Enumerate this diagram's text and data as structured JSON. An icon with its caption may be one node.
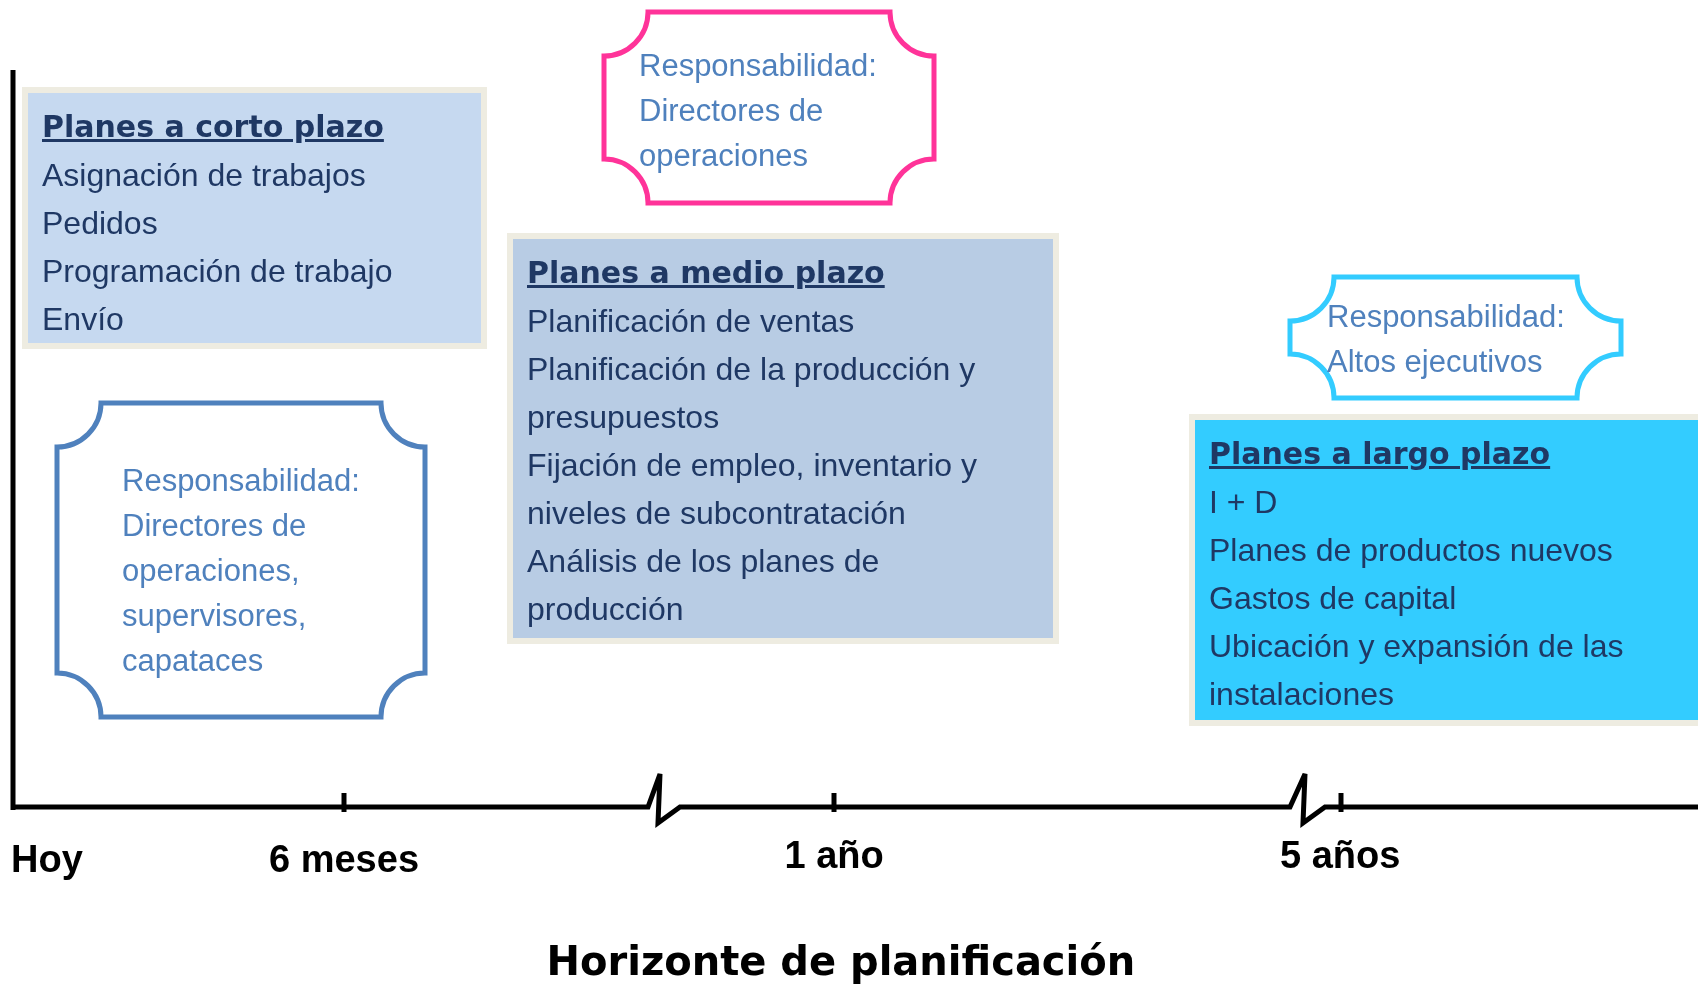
{
  "diagram": {
    "nodes": [
      {
        "text": [
          "Planes a corto plazo",
          "Asignación de trabajos",
          "Pedidos",
          "Programación de trabajo",
          "Envío"
        ]
      },
      {
        "text": [
          "Responsabilidad: Directores de operaciones, supervisores, capataces"
        ]
      },
      {
        "text": [
          "Responsabilidad: Directores de operaciones"
        ]
      },
      {
        "text": [
          "Planes a medio plazo",
          "Planificación de ventas",
          "Planificación de la producción y presupuestos",
          "Fijación de empleo, inventario y niveles de subcontratación",
          "Análisis de los planes de producción"
        ]
      },
      {
        "text": [
          "Responsabilidad: Altos ejecutivos"
        ]
      },
      {
        "text": [
          "Planes a largo plazo",
          "I + D",
          "Planes de productos nuevos",
          "Gastos de capital",
          "Ubicación y expansión de las instalaciones"
        ]
      }
    ],
    "edges": [],
    "labels": [
      "Hoy",
      "6 meses",
      "1 año",
      "5 años",
      "Horizonte de planificación"
    ]
  }
}
